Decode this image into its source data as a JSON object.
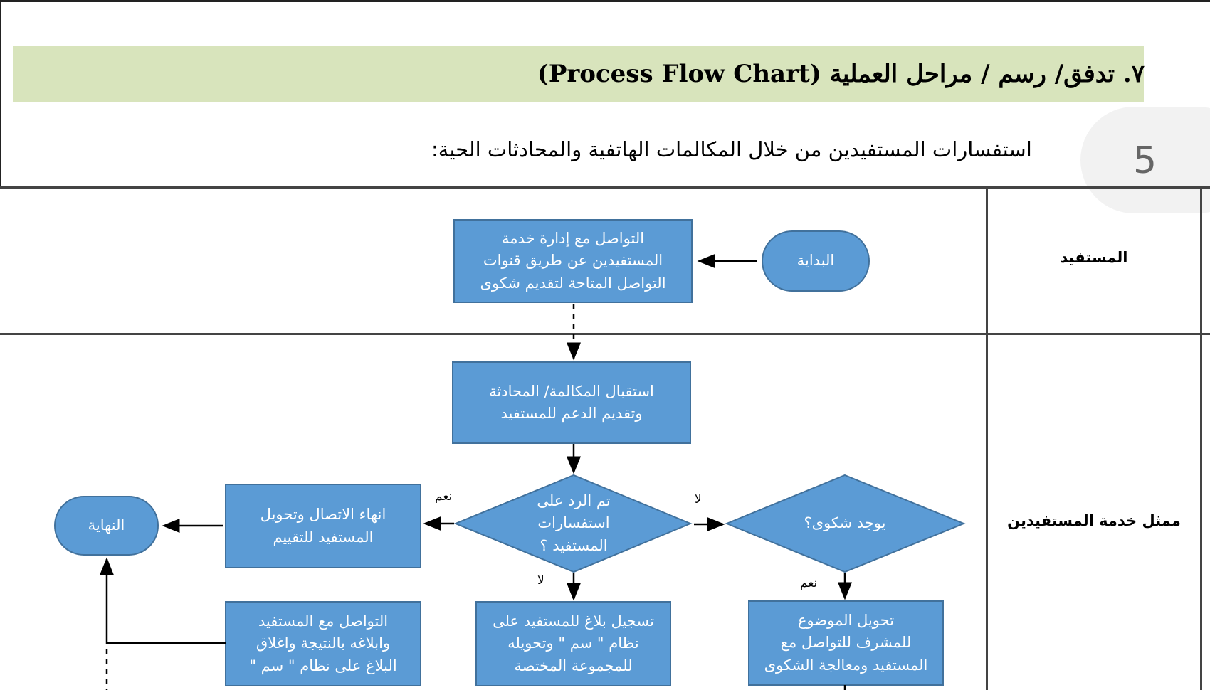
{
  "section": {
    "title": "٧. تدفق/ رسم / مراحل العملية (Process Flow Chart)",
    "subtitle": "استفسارات المستفيدين من خلال المكالمات الهاتفية والمحادثات الحية:"
  },
  "page_number": "5",
  "lanes": [
    {
      "label": "المستفيد"
    },
    {
      "label": "ممثل خدمة المستفيدين"
    }
  ],
  "nodes": {
    "start": "البداية",
    "contact": "التواصل مع إدارة خدمة\nالمستفيدين عن طريق قنوات\nالتواصل المتاحة لتقديم شكوى",
    "receive": "استقبال المكالمة/ المحادثة\nوتقديم الدعم للمستفيد",
    "answered": "تم الرد على\nاستفسارات\nالمستفيد ؟",
    "complaint": "يوجد شكوى؟",
    "end_call": "انهاء الاتصال وتحويل\nالمستفيد للتقييم",
    "end": "النهاية",
    "register": "تسجيل بلاغ للمستفيد على\nنظام \" سم \" وتحويله\nللمجموعة المختصة",
    "transfer": "تحويل الموضوع\nللمشرف للتواصل مع\nالمستفيد ومعالجة الشكوى",
    "notify": "التواصل مع المستفيد\nوابلاغه بالنتيجة واغلاق\nالبلاغ على نظام \" سم \""
  },
  "branch_labels": {
    "answered_yes": "نعم",
    "answered_no": "لا",
    "complaint_no": "لا",
    "complaint_yes": "نعم"
  },
  "colors": {
    "node_fill": "#5b9bd5",
    "node_stroke": "#41719c",
    "banner": "#d8e4bc",
    "arrow": "#000000"
  }
}
